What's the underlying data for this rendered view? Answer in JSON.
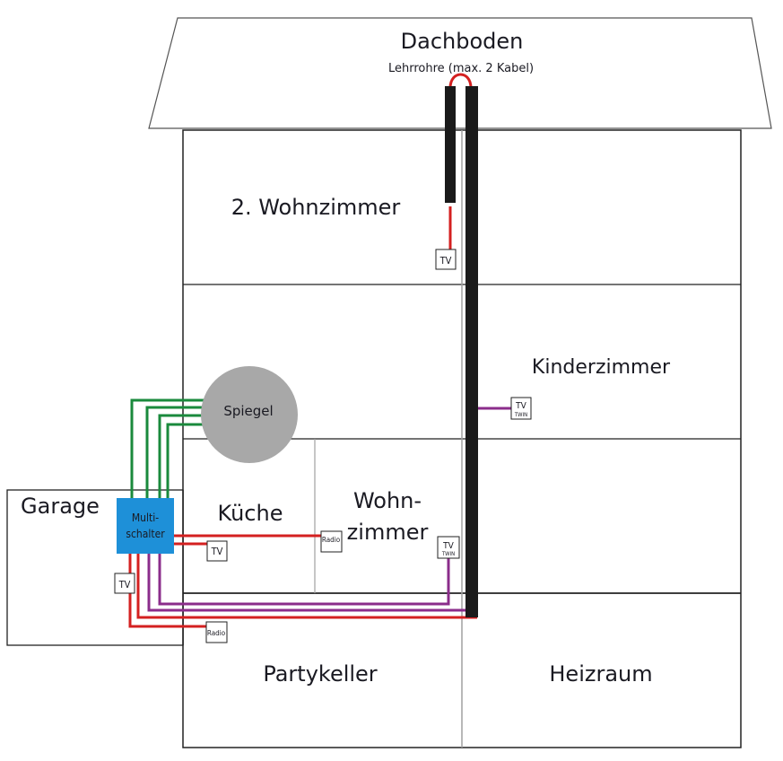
{
  "title": "Dachboden",
  "subtitle": "Lehrrohre (max. 2 Kabel)",
  "rooms": {
    "wohnzimmer2": "2. Wohnzimmer",
    "kinderzimmer": "Kinderzimmer",
    "kueche": "Küche",
    "wohnzimmer_line1": "Wohn-",
    "wohnzimmer_line2": "zimmer",
    "garage": "Garage",
    "partykeller": "Partykeller",
    "heizraum": "Heizraum"
  },
  "dish": {
    "label": "Spiegel"
  },
  "multiswitch": {
    "line1": "Multi-",
    "line2": "schalter"
  },
  "outlets": {
    "tv": "TV",
    "twin_top": "TV",
    "twin_bottom": "TWIN",
    "radio": "Radio"
  },
  "colors": {
    "satellite_cable": "#1a8a3c",
    "single_cable": "#d42020",
    "twin_cable": "#8b2d8b",
    "conduit": "#1a1a1a",
    "multiswitch": "#1e90d8",
    "dish": "#a8a8a8",
    "wall_gray": "#a0a0a0"
  }
}
